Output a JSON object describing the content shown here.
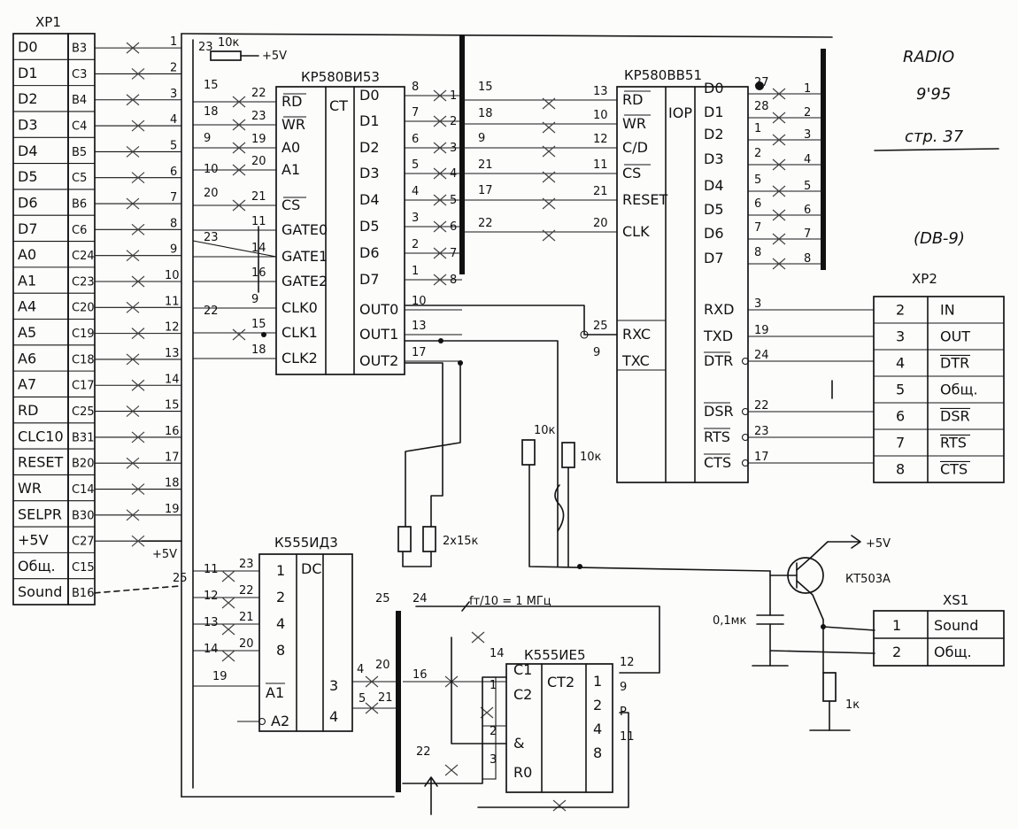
{
  "header": {
    "magazine": "RADIO",
    "issue": "9'95",
    "page": "стр. 37",
    "db9": "(DB-9)"
  },
  "xp1": {
    "title": "XP1",
    "rows": [
      {
        "name": "D0",
        "pin": "B3"
      },
      {
        "name": "D1",
        "pin": "C3"
      },
      {
        "name": "D2",
        "pin": "B4"
      },
      {
        "name": "D3",
        "pin": "C4"
      },
      {
        "name": "D4",
        "pin": "B5"
      },
      {
        "name": "D5",
        "pin": "C5"
      },
      {
        "name": "D6",
        "pin": "B6"
      },
      {
        "name": "D7",
        "pin": "C6"
      },
      {
        "name": "A0",
        "pin": "C24"
      },
      {
        "name": "A1",
        "pin": "C23"
      },
      {
        "name": "A4",
        "pin": "C20"
      },
      {
        "name": "A5",
        "pin": "C19"
      },
      {
        "name": "A6",
        "pin": "C18"
      },
      {
        "name": "A7",
        "pin": "C17"
      },
      {
        "name": "RD",
        "pin": "C25"
      },
      {
        "name": "CLC10",
        "pin": "B31"
      },
      {
        "name": "RESET",
        "pin": "B20"
      },
      {
        "name": "WR",
        "pin": "C14"
      },
      {
        "name": "SELPR",
        "pin": "B30"
      },
      {
        "name": "+5V",
        "pin": "C27"
      },
      {
        "name": "Общ.",
        "pin": "C15"
      },
      {
        "name": "Sound",
        "pin": "B16"
      }
    ],
    "wire_numbers": [
      "1",
      "2",
      "3",
      "4",
      "5",
      "6",
      "7",
      "8",
      "9",
      "10",
      "11",
      "12",
      "13",
      "14",
      "15",
      "16",
      "17",
      "18",
      "19"
    ],
    "plus5": "+5V",
    "wire_25": "25"
  },
  "vi53": {
    "title": "КР580ВИ53",
    "tag": "CT",
    "left_pins": [
      {
        "num": "22",
        "label": "RD"
      },
      {
        "num": "23",
        "label": "WR"
      },
      {
        "num": "19",
        "label": "A0"
      },
      {
        "num": "20",
        "label": "A1"
      },
      {
        "num": "21",
        "label": "CS"
      },
      {
        "num": "11",
        "label": "GATE0"
      },
      {
        "num": "14",
        "label": "GATE1"
      },
      {
        "num": "16",
        "label": "GATE2"
      },
      {
        "num": "9",
        "label": "CLK0"
      },
      {
        "num": "15",
        "label": "CLK1"
      },
      {
        "num": "18",
        "label": "CLK2"
      }
    ],
    "right_pins": [
      {
        "num": "8",
        "label": "D0"
      },
      {
        "num": "7",
        "label": "D1"
      },
      {
        "num": "6",
        "label": "D2"
      },
      {
        "num": "5",
        "label": "D3"
      },
      {
        "num": "4",
        "label": "D4"
      },
      {
        "num": "3",
        "label": "D5"
      },
      {
        "num": "2",
        "label": "D6"
      },
      {
        "num": "1",
        "label": "D7"
      },
      {
        "num": "10",
        "label": "OUT0"
      },
      {
        "num": "13",
        "label": "OUT1"
      },
      {
        "num": "17",
        "label": "OUT2"
      }
    ],
    "left_wire_numbers": [
      "15",
      "18",
      "9",
      "10",
      "20",
      "23",
      "22"
    ],
    "resistor": "10к",
    "res_pin": "23",
    "plus5": "+5V"
  },
  "vv51": {
    "title": "КР580ВВ51",
    "tag": "IOP",
    "left_pins": [
      {
        "num": "13",
        "label": "RD"
      },
      {
        "num": "10",
        "label": "WR"
      },
      {
        "num": "12",
        "label": "C/D"
      },
      {
        "num": "11",
        "label": "CS"
      },
      {
        "num": "21",
        "label": "RESET"
      },
      {
        "num": "20",
        "label": "CLK"
      },
      {
        "num": "25",
        "label": "RXC"
      },
      {
        "num": "9",
        "label": "TXC"
      }
    ],
    "right_pins": [
      {
        "num": "27",
        "label": "D0"
      },
      {
        "num": "28",
        "label": "D1"
      },
      {
        "num": "1",
        "label": "D2"
      },
      {
        "num": "2",
        "label": "D3"
      },
      {
        "num": "5",
        "label": "D4"
      },
      {
        "num": "6",
        "label": "D5"
      },
      {
        "num": "7",
        "label": "D6"
      },
      {
        "num": "8",
        "label": "D7"
      },
      {
        "num": "3",
        "label": "RXD"
      },
      {
        "num": "19",
        "label": "TXD"
      },
      {
        "num": "24",
        "label": "DTR"
      },
      {
        "num": "22",
        "label": "DSR"
      },
      {
        "num": "23",
        "label": "RTS"
      },
      {
        "num": "17",
        "label": "CTS"
      }
    ],
    "left_wire_numbers": [
      "15",
      "18",
      "9",
      "21",
      "17",
      "22"
    ],
    "bus_numbers": [
      "1",
      "2",
      "3",
      "4",
      "5",
      "6",
      "7",
      "8"
    ]
  },
  "xp2": {
    "title": "XP2",
    "rows": [
      {
        "pin": "2",
        "name": "IN"
      },
      {
        "pin": "3",
        "name": "OUT"
      },
      {
        "pin": "4",
        "name": "DTR"
      },
      {
        "pin": "5",
        "name": "Общ."
      },
      {
        "pin": "6",
        "name": "DSR"
      },
      {
        "pin": "7",
        "name": "RTS"
      },
      {
        "pin": "8",
        "name": "CTS"
      }
    ]
  },
  "id3": {
    "title": "К555ИД3",
    "tag": "DC",
    "outputs": [
      "1",
      "2",
      "4",
      "8"
    ],
    "a1": "A1",
    "a2": "A2",
    "q3": "3",
    "q4": "4",
    "pins_in": [
      "23",
      "22",
      "21",
      "20"
    ],
    "wires_in": [
      "11",
      "12",
      "13",
      "14"
    ],
    "pin_19": "19",
    "out_pins": [
      "4",
      "5"
    ],
    "out_wires": [
      "20",
      "21"
    ]
  },
  "ie5": {
    "title": "К555ИЕ5",
    "tag": "CT2",
    "left_labels": [
      "C1",
      "C2",
      "&",
      "R0"
    ],
    "left_pins": [
      "14",
      "1",
      "2",
      "3"
    ],
    "right_outputs": [
      "1",
      "2",
      "4",
      "8"
    ],
    "right_pins": [
      "12",
      "9",
      "P",
      "11"
    ],
    "freq": "fт/10 = 1 МГц",
    "wire_16": "16",
    "wire_22": "22",
    "wire_24": "24",
    "wire_25": "25"
  },
  "resistors": {
    "r10k_a": "10к",
    "r10k_b": "10к",
    "r2x15": "2х15к",
    "r1k": "1к"
  },
  "transistor": {
    "name": "КТ503А",
    "plus5": "+5V"
  },
  "cap": {
    "value": "0,1мк"
  },
  "xs1": {
    "title": "XS1",
    "rows": [
      {
        "pin": "1",
        "name": "Sound"
      },
      {
        "pin": "2",
        "name": "Общ."
      }
    ]
  }
}
